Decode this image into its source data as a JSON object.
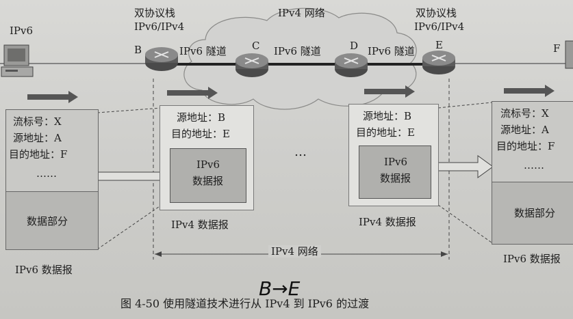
{
  "labels": {
    "ipv6_host": "IPv6",
    "dual_stack_left": "双协议栈",
    "dual_stack_left_sub": "IPv6/IPv4",
    "dual_stack_right": "双协议栈",
    "dual_stack_right_sub": "IPv6/IPv4",
    "ipv4_network_top": "IPv4 网络",
    "ipv4_network_bottom": "IPv4  网络",
    "node_b": "B",
    "node_c": "C",
    "node_d": "D",
    "node_e": "E",
    "node_f": "F",
    "tunnel_1": "IPv6 隧道",
    "tunnel_2": "IPv6 隧道",
    "tunnel_3": "IPv6 隧道",
    "ellipsis": "…",
    "handwritten": "B→E",
    "caption": "图 4-50    使用隧道技术进行从 IPv4 到 IPv6 的过渡"
  },
  "left_packet": {
    "flow_label": "流标号：X",
    "src": "源地址：A",
    "dst": "目的地址：F",
    "dots": "……",
    "data": "数据部分",
    "caption": "IPv6 数据报"
  },
  "tunnel_packet_1": {
    "src": "源地址：B",
    "dst": "目的地址：E",
    "inner_line1": "IPv6",
    "inner_line2": "数据报",
    "caption": "IPv4 数据报"
  },
  "tunnel_packet_2": {
    "src": "源地址：B",
    "dst": "目的地址：E",
    "inner_line1": "IPv6",
    "inner_line2": "数据报",
    "caption": "IPv4 数据报"
  },
  "right_packet": {
    "flow_label": "流标号：X",
    "src": "源地址：A",
    "dst": "目的地址：F",
    "dots": "……",
    "data": "数据部分",
    "caption": "IPv6 数据报"
  }
}
